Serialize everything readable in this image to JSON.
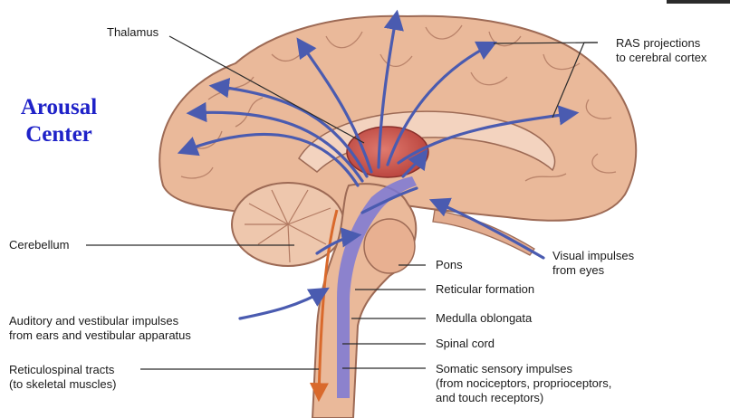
{
  "title": {
    "line1": "Arousal",
    "line2": "Center"
  },
  "labels": {
    "thalamus": "Thalamus",
    "ras_line1": "RAS projections",
    "ras_line2": "to cerebral cortex",
    "cerebellum": "Cerebellum",
    "visual_line1": "Visual impulses",
    "visual_line2": "from eyes",
    "pons": "Pons",
    "reticular_formation": "Reticular formation",
    "auditory_line1": "Auditory and vestibular impulses",
    "auditory_line2": "from ears and vestibular apparatus",
    "medulla": "Medulla oblongata",
    "spinal_cord": "Spinal cord",
    "reticulospinal_line1": "Reticulospinal tracts",
    "reticulospinal_line2": "(to skeletal muscles)",
    "somatic_line1": "Somatic sensory impulses",
    "somatic_line2": "(from nociceptors, proprioceptors,",
    "somatic_line3": "and touch receptors)"
  },
  "colors": {
    "title": "#1f22c8",
    "brain": "#eab99a",
    "thalamus": "#c9504a",
    "projection_arrows": "#4a5bb0",
    "brainstem_tract": "#7b78d6",
    "reticulospinal_arrow": "#d9692c"
  }
}
